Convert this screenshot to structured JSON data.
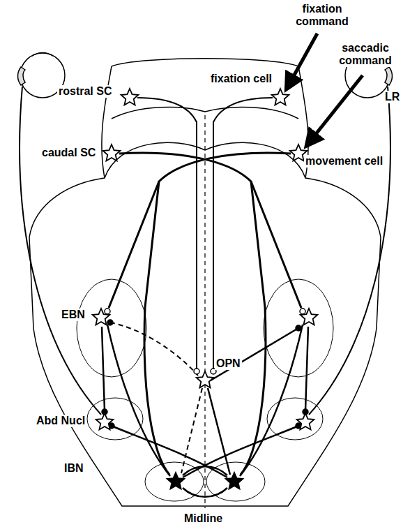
{
  "diagram": {
    "labels": [
      "fixation command",
      "saccadic command",
      "fixation cell",
      "rostral SC",
      "LR",
      "caudal SC",
      "movement cell",
      "EBN",
      "OPN",
      "Abd Nucl",
      "IBN",
      "Midline"
    ]
  }
}
